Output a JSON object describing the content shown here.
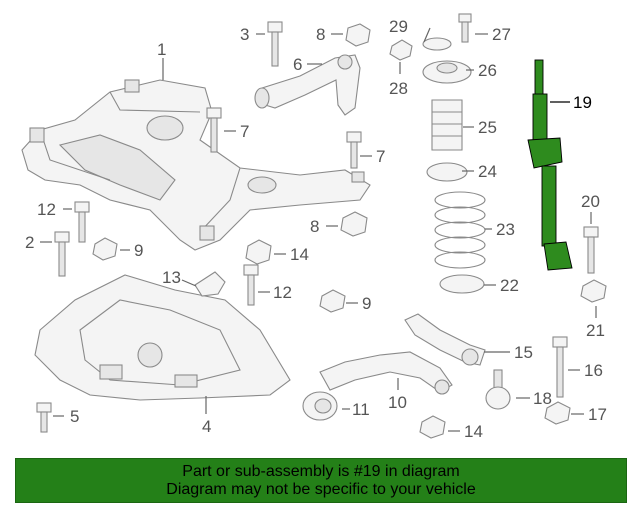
{
  "diagram": {
    "callouts": [
      "1",
      "2",
      "3",
      "5",
      "6",
      "7",
      "7",
      "8",
      "8",
      "9",
      "9",
      "12",
      "12",
      "13",
      "14",
      "14",
      "15",
      "10",
      "11",
      "4",
      "16",
      "17",
      "18",
      "19",
      "20",
      "21",
      "22",
      "23",
      "24",
      "25",
      "26",
      "27",
      "28",
      "29"
    ],
    "highlight_callout": "19",
    "highlight_color": "#2e8b1e"
  },
  "banner": {
    "line1": "Part or sub-assembly is #19 in diagram",
    "line2": "Diagram may not be specific to your vehicle",
    "background": "#248018"
  }
}
